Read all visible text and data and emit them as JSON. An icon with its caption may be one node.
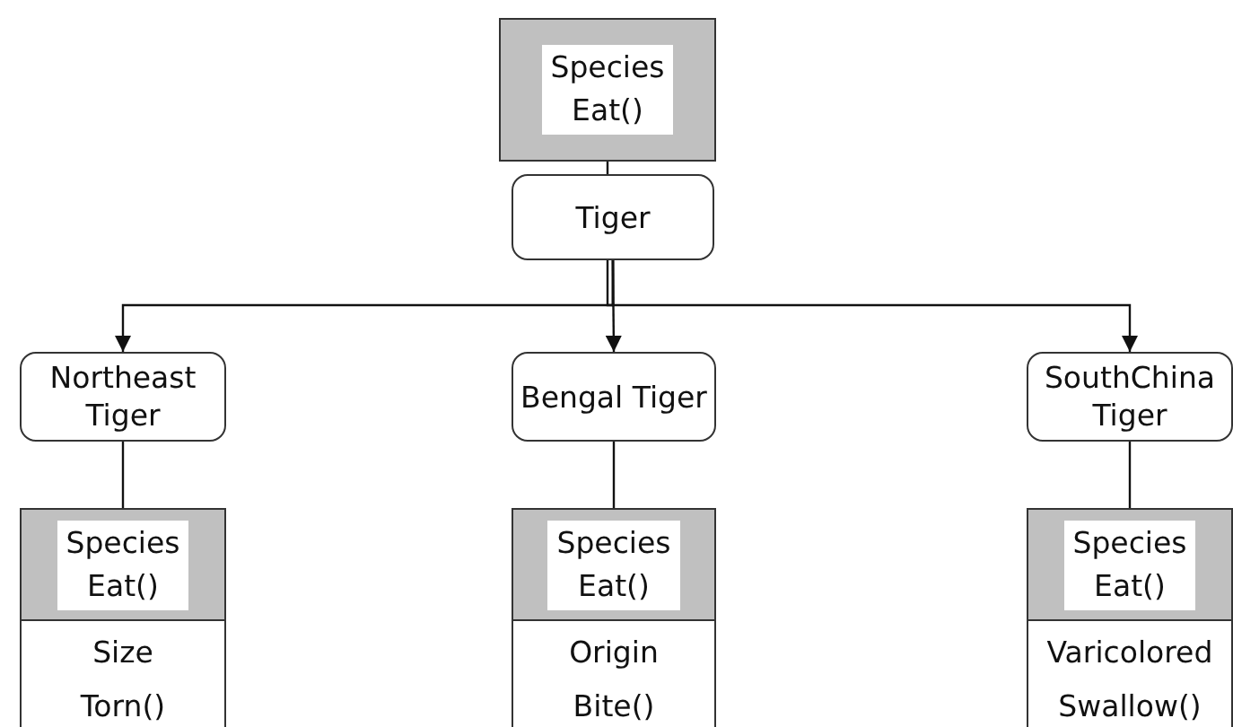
{
  "diagram": {
    "nodes": [
      {
        "text": [
          "Species",
          "Eat()"
        ]
      },
      {
        "text": [
          "Tiger"
        ]
      },
      {
        "text": [
          "Northeast Tiger"
        ]
      },
      {
        "text": [
          "Bengal Tiger"
        ]
      },
      {
        "text": [
          "SouthChina Tiger"
        ]
      },
      {
        "text": [
          "Species",
          "Eat()",
          "Size",
          "Torn()"
        ]
      },
      {
        "text": [
          "Species",
          "Eat()",
          "Origin",
          "Bite()"
        ]
      },
      {
        "text": [
          "Species",
          "Eat()",
          "Varicolored",
          "Swallow()"
        ]
      }
    ],
    "edges": [
      {
        "from": 0,
        "to": 1,
        "arrow": "none"
      },
      {
        "from": 1,
        "to": 2,
        "arrow": "to"
      },
      {
        "from": 1,
        "to": 3,
        "arrow": "to"
      },
      {
        "from": 1,
        "to": 4,
        "arrow": "to"
      },
      {
        "from": 2,
        "to": 5,
        "arrow": "none"
      },
      {
        "from": 3,
        "to": 6,
        "arrow": "none"
      },
      {
        "from": 4,
        "to": 7,
        "arrow": "none"
      }
    ]
  }
}
